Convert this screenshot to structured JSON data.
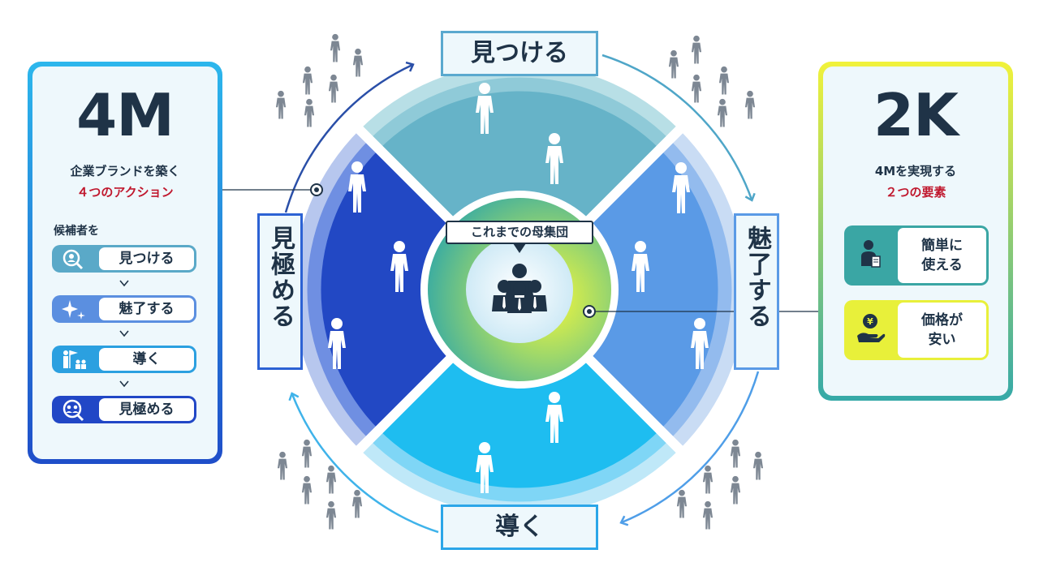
{
  "left_panel": {
    "title": "4M",
    "subtitle_line1": "企業ブランドを築く",
    "subtitle_line2": "４つのアクション",
    "prefix": "候補者を",
    "steps": [
      {
        "label": "見つける",
        "icon": "search-person-icon",
        "color": "#5aa9c8"
      },
      {
        "label": "魅了する",
        "icon": "sparkle-icon",
        "color": "#5b8fe0"
      },
      {
        "label": "導く",
        "icon": "guide-flag-icon",
        "color": "#2ba0e0"
      },
      {
        "label": "見極める",
        "icon": "inspect-person-icon",
        "color": "#2147c6"
      }
    ]
  },
  "right_panel": {
    "title": "2K",
    "subtitle_line1": "4Mを実現する",
    "subtitle_line2": "２つの要素",
    "items": [
      {
        "line1": "簡単に",
        "line2": "使える",
        "icon": "user-document-icon",
        "color": "#3aa6a4"
      },
      {
        "line1": "価格が",
        "line2": "安い",
        "icon": "yen-hand-icon",
        "color": "#e8f03a"
      }
    ]
  },
  "cycle": {
    "top_label": "見つける",
    "right_label": "魅了する",
    "bottom_label": "導く",
    "left_label": "見極める",
    "center_label": "これまでの母集団",
    "center_icon": "group-people-icon",
    "colors": {
      "top": "#66b3c8",
      "right": "#5a9ae6",
      "bottom": "#1ebdf0",
      "left": "#2248c4"
    }
  }
}
